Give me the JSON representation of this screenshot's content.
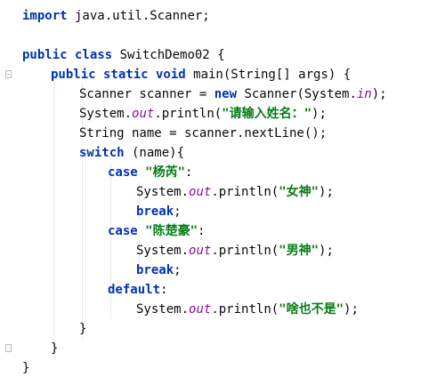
{
  "editor": {
    "file_lines": [
      {
        "indent": 0,
        "tokens": [
          {
            "t": "import",
            "c": "kw"
          },
          {
            "t": " java.util.Scanner;",
            "c": "plain"
          }
        ]
      },
      {
        "indent": 0,
        "tokens": []
      },
      {
        "indent": 0,
        "tokens": [
          {
            "t": "public class",
            "c": "kw"
          },
          {
            "t": " SwitchDemo02 {",
            "c": "plain"
          }
        ]
      },
      {
        "indent": 1,
        "tokens": [
          {
            "t": "public static void",
            "c": "kw"
          },
          {
            "t": " main(String[] args) {",
            "c": "plain"
          }
        ]
      },
      {
        "indent": 2,
        "tokens": [
          {
            "t": "Scanner scanner = ",
            "c": "plain"
          },
          {
            "t": "new",
            "c": "kw"
          },
          {
            "t": " Scanner(System.",
            "c": "plain"
          },
          {
            "t": "in",
            "c": "fld"
          },
          {
            "t": ");",
            "c": "plain"
          }
        ]
      },
      {
        "indent": 2,
        "tokens": [
          {
            "t": "System.",
            "c": "plain"
          },
          {
            "t": "out",
            "c": "fld"
          },
          {
            "t": ".println(",
            "c": "plain"
          },
          {
            "t": "\"请输入姓名：\"",
            "c": "str"
          },
          {
            "t": ");",
            "c": "plain"
          }
        ]
      },
      {
        "indent": 2,
        "tokens": [
          {
            "t": "String name = scanner.nextLine();",
            "c": "plain"
          }
        ]
      },
      {
        "indent": 2,
        "tokens": [
          {
            "t": "switch",
            "c": "kw"
          },
          {
            "t": " (name){",
            "c": "plain"
          }
        ]
      },
      {
        "indent": 3,
        "tokens": [
          {
            "t": "case",
            "c": "kw"
          },
          {
            "t": " ",
            "c": "plain"
          },
          {
            "t": "\"杨芮\"",
            "c": "str"
          },
          {
            "t": ":",
            "c": "plain"
          }
        ]
      },
      {
        "indent": 4,
        "tokens": [
          {
            "t": "System.",
            "c": "plain"
          },
          {
            "t": "out",
            "c": "fld"
          },
          {
            "t": ".println(",
            "c": "plain"
          },
          {
            "t": "\"女神\"",
            "c": "str"
          },
          {
            "t": ");",
            "c": "plain"
          }
        ]
      },
      {
        "indent": 4,
        "tokens": [
          {
            "t": "break",
            "c": "kw"
          },
          {
            "t": ";",
            "c": "plain"
          }
        ]
      },
      {
        "indent": 3,
        "tokens": [
          {
            "t": "case",
            "c": "kw"
          },
          {
            "t": " ",
            "c": "plain"
          },
          {
            "t": "\"陈楚豪\"",
            "c": "str"
          },
          {
            "t": ":",
            "c": "plain"
          }
        ]
      },
      {
        "indent": 4,
        "tokens": [
          {
            "t": "System.",
            "c": "plain"
          },
          {
            "t": "out",
            "c": "fld"
          },
          {
            "t": ".println(",
            "c": "plain"
          },
          {
            "t": "\"男神\"",
            "c": "str"
          },
          {
            "t": ");",
            "c": "plain"
          }
        ]
      },
      {
        "indent": 4,
        "tokens": [
          {
            "t": "break",
            "c": "kw"
          },
          {
            "t": ";",
            "c": "plain"
          }
        ]
      },
      {
        "indent": 3,
        "tokens": [
          {
            "t": "default",
            "c": "kw"
          },
          {
            "t": ":",
            "c": "plain"
          }
        ]
      },
      {
        "indent": 4,
        "tokens": [
          {
            "t": "System.",
            "c": "plain"
          },
          {
            "t": "out",
            "c": "fld"
          },
          {
            "t": ".println(",
            "c": "plain"
          },
          {
            "t": "\"啥也不是\"",
            "c": "str"
          },
          {
            "t": ");",
            "c": "plain"
          }
        ]
      },
      {
        "indent": 2,
        "tokens": [
          {
            "t": "}",
            "c": "plain"
          }
        ]
      },
      {
        "indent": 1,
        "tokens": [
          {
            "t": "}",
            "c": "plain"
          }
        ]
      },
      {
        "indent": 0,
        "tokens": [
          {
            "t": "}",
            "c": "plain"
          }
        ]
      }
    ],
    "colors": {
      "keyword": "#0033b3",
      "string": "#067d17",
      "field": "#871094",
      "text": "#080808",
      "background": "#ffffff",
      "indent_guide": "#e8e8e8"
    },
    "fold_markers": [
      {
        "line": 3,
        "state": "open"
      },
      {
        "line": 17,
        "state": "end"
      }
    ]
  }
}
